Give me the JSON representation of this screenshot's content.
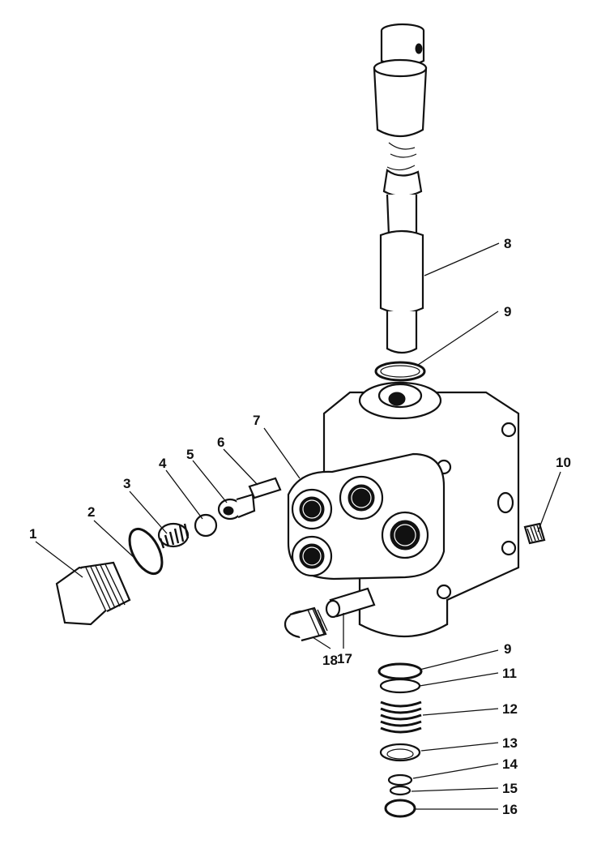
{
  "callouts": [
    {
      "id": "1",
      "text": "1"
    },
    {
      "id": "2",
      "text": "2"
    },
    {
      "id": "3",
      "text": "3"
    },
    {
      "id": "4",
      "text": "4"
    },
    {
      "id": "5",
      "text": "5"
    },
    {
      "id": "6",
      "text": "6"
    },
    {
      "id": "7",
      "text": "7"
    },
    {
      "id": "8",
      "text": "8"
    },
    {
      "id": "9a",
      "text": "9"
    },
    {
      "id": "10",
      "text": "10"
    },
    {
      "id": "9b",
      "text": "9"
    },
    {
      "id": "11",
      "text": "11"
    },
    {
      "id": "12",
      "text": "12"
    },
    {
      "id": "13",
      "text": "13"
    },
    {
      "id": "14",
      "text": "14"
    },
    {
      "id": "15",
      "text": "15"
    },
    {
      "id": "16",
      "text": "16"
    },
    {
      "id": "17",
      "text": "17"
    },
    {
      "id": "18",
      "text": "18"
    }
  ],
  "colors": {
    "ink": "#111111",
    "paper": "#ffffff"
  }
}
